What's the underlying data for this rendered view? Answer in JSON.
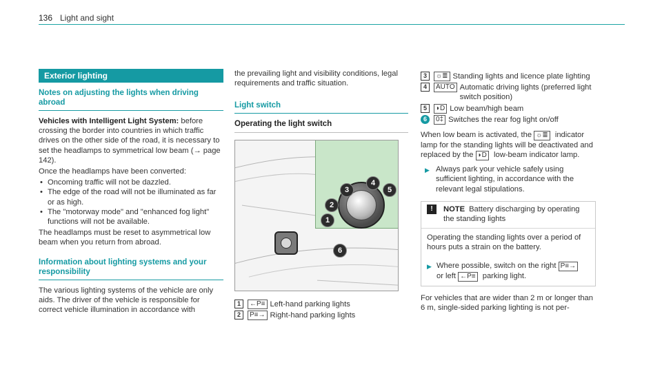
{
  "header": {
    "page_number": "136",
    "topic": "Light and sight"
  },
  "col1": {
    "banner": "Exterior lighting",
    "sec1_head": "Notes on adjusting the lights when driving abroad",
    "p1_lead": "Vehicles with Intelligent Light System:",
    "p1_rest": " before crossing the border into countries in which traffic drives on the other side of the road, it is necessary to set the headlamps to symmetrical low beam (→ page 142).",
    "p2": "Once the headlamps have been converted:",
    "bullets": [
      "Oncoming traffic will not be dazzled.",
      "The edge of the road will not be illuminated as far or as high.",
      "The \"motorway mode\" and \"enhanced fog light\" functions will not be available."
    ],
    "p3": "The headlamps must be reset to asymmetrical low beam when you return from abroad.",
    "sec2_head": "Information about lighting systems and your responsibility",
    "p4": "The various lighting systems of the vehicle are only aids. The driver of the vehicle is responsible for correct vehicle illumination in accordance with"
  },
  "col2": {
    "p1": "the prevailing light and visibility conditions, legal requirements and traffic situation.",
    "sec_head": "Light switch",
    "sub_head": "Operating the light switch",
    "illus_badges": [
      "1",
      "2",
      "3",
      "4",
      "5",
      "6"
    ],
    "legend": [
      {
        "key": "1",
        "symbol": "←P≡",
        "text": "Left-hand parking lights"
      },
      {
        "key": "2",
        "symbol": "P≡→",
        "text": "Right-hand parking lights"
      }
    ]
  },
  "col3": {
    "legend": [
      {
        "key": "3",
        "symbol": "☼≣",
        "text": "Standing lights and licence plate lighting"
      },
      {
        "key": "4",
        "symbol": "AUTO",
        "text": "Automatic driving lights (preferred light switch position)"
      },
      {
        "key": "5",
        "symbol": "◗D",
        "text": "Low beam/high beam"
      },
      {
        "key": "6",
        "symbol": "0‡",
        "text": "Switches the rear fog light on/off"
      }
    ],
    "p1_a": "When low beam is activated, the ",
    "p1_sym": "☼≣",
    "p1_b": " indicator lamp for the standing lights will be deactivated and replaced by the ",
    "p1_sym2": "◗D",
    "p1_c": " low-beam indicator lamp.",
    "tip": "Always park your vehicle safely using sufficient lighting, in accordance with the relevant legal stipulations.",
    "note": {
      "label": "NOTE",
      "title": "Battery discharging by operating the standing lights",
      "body": "Operating the standing lights over a period of hours puts a strain on the battery.",
      "tip_a": "Where possible, switch on the right ",
      "tip_sym1": "P≡→",
      "tip_b": " or left ",
      "tip_sym2": "←P≡",
      "tip_c": " parking light."
    },
    "p2": "For vehicles that are wider than 2 m or longer than 6 m, single-sided parking lighting is not per-"
  }
}
